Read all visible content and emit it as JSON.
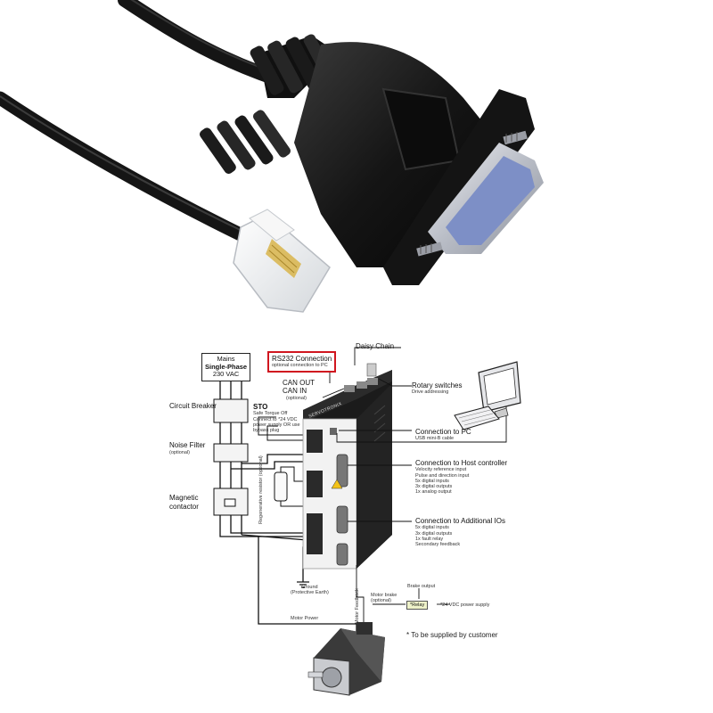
{
  "photo": {
    "colors": {
      "cable": "#1a1a1a",
      "connector_body": "#151515",
      "db9_shell": "#c9ccd3",
      "db9_insert": "#7d8fc6",
      "rj_clip": "#e8eaec",
      "rj_contacts": "#d8b44a"
    }
  },
  "diagram": {
    "colors": {
      "wire": "#111111",
      "highlight": "#d0161f",
      "drive_body": "#1b1b1b",
      "drive_front": "#f2f2f2",
      "relay_fill": "#eef2c9"
    },
    "brand": "SERVOTRONIX",
    "mains": {
      "title": "Mains",
      "phase": "Single-Phase",
      "voltage": "230 VAC"
    },
    "left_labels": {
      "circuit_breaker": "Circuit Breaker",
      "noise_filter": "Noise Filter",
      "noise_filter_note": "(optional)",
      "magnetic_contactor": "Magnetic",
      "magnetic_contactor_2": "contactor"
    },
    "rs232": {
      "title": "RS232 Connection",
      "note": "optional connection to PC"
    },
    "daisy_chain": "Daisy Chain",
    "can_out": "CAN OUT",
    "can_in": "CAN IN",
    "can_in_note": "(optional)",
    "sto": {
      "title": "STO",
      "line1": "Safe Torque Off",
      "line2": "Connect to *24 VDC",
      "line3": "power supply OR use",
      "line4": "bypass plug"
    },
    "regen": {
      "label1": "Regenerative resistor",
      "label2": "(optional)"
    },
    "rotary": {
      "title": "Rotary switches",
      "note": "Drive addressing"
    },
    "pc": {
      "title": "Connection to PC",
      "note": "USB mini-B cable"
    },
    "host": {
      "title": "Connection to Host controller",
      "items": [
        "Velocity reference input",
        "Pulse and direction input",
        "5x digital inputs",
        "3x digital outputs",
        "1x analog output"
      ]
    },
    "ios": {
      "title": "Connection to Additional IOs",
      "items": [
        "5x digital inputs",
        "3x digital outputs",
        "1x fault relay",
        "Secondary feedback"
      ]
    },
    "ground": {
      "line1": "Ground",
      "line2": "(Protective Earth)"
    },
    "motor_power": "Motor Power",
    "motor_feedback": "Motor Feedback",
    "motor_brake": {
      "line1": "Motor brake",
      "line2": "(optional)"
    },
    "brake_output": "Brake output",
    "relay": "*Relay",
    "power_supply": "*24 VDC power supply",
    "footnote": "* To be supplied by customer"
  }
}
